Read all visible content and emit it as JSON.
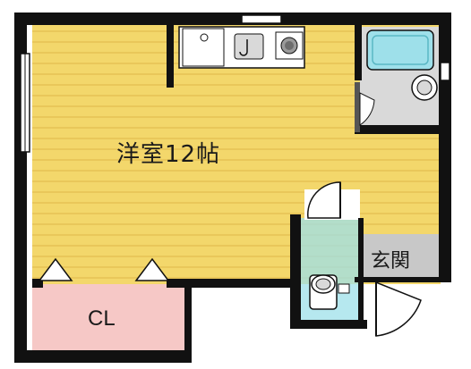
{
  "rooms": {
    "main": {
      "label": "洋室12帖"
    },
    "entrance": {
      "label": "玄関"
    },
    "closet": {
      "label": "CL"
    }
  },
  "colors": {
    "floor": "#f3d76b",
    "floor_stripe": "#e9c75a",
    "closet": "#f6c8c6",
    "wet_area": "#d9d9d9",
    "entrance_tile": "#c8c8c8",
    "fixture": "#9ee0ea",
    "wall": "#111111"
  }
}
